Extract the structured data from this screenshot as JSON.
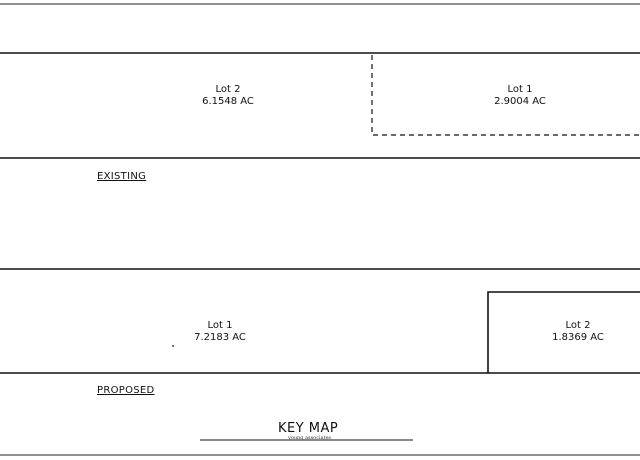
{
  "existing": {
    "label": "EXISTING",
    "lots": [
      {
        "name": "Lot 2",
        "area": "6.1548 AC"
      },
      {
        "name": "Lot 1",
        "area": "2.9004 AC"
      }
    ]
  },
  "proposed": {
    "label": "PROPOSED",
    "lots": [
      {
        "name": "Lot 1",
        "area": "7.2183 AC"
      },
      {
        "name": "Lot 2",
        "area": "1.8369 AC"
      }
    ]
  },
  "key_map": {
    "title": "KEY MAP",
    "subtitle": "young associates"
  }
}
